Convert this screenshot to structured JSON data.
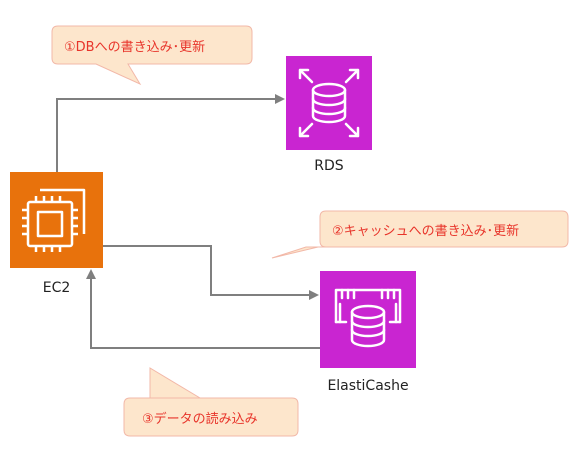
{
  "nodes": {
    "ec2": {
      "label": "EC2",
      "color": "#e8720c",
      "icon": "ec2-chip-icon"
    },
    "rds": {
      "label": "RDS",
      "color": "#c925d1",
      "icon": "rds-database-icon"
    },
    "elasticache": {
      "label": "ElastiCashe",
      "color": "#c925d1",
      "icon": "elasticache-database-icon"
    }
  },
  "callouts": {
    "db_write": "①DBへの書き込み･更新",
    "cache_write": "②キャッシュへの書き込み･更新",
    "data_read": "③データの読み込み"
  },
  "colors": {
    "callout_fill": "#fde6cc",
    "callout_border": "#f2b8a8",
    "callout_text": "#e8342a",
    "arrow": "#7f7f7f"
  }
}
